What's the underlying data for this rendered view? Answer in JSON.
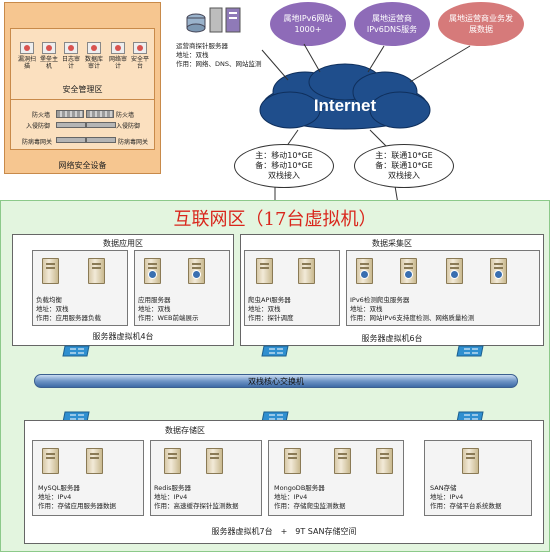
{
  "security": {
    "devices": [
      "漏洞扫描",
      "堡垒主机",
      "日志审计",
      "数据库审计",
      "网络审计",
      "安全平台"
    ],
    "zone_label": "安全管理区",
    "firewall_left": "防火墙",
    "ids_left": "入侵防御",
    "firewall_right": "防火墙",
    "ids_right": "入侵防御",
    "av_left": "防病毒网关",
    "av_right": "防病毒网关",
    "caption": "网络安全设备"
  },
  "monitor_server": {
    "title": "运营商探针服务器",
    "address": "地址：双栈",
    "role": "作用：网络、DNS、网站监测"
  },
  "bubbles": {
    "b1": "属地IPv6网站1000+",
    "b2": "属地运营商IPv6DNS服务",
    "b3": "属地运营商业务发展数据"
  },
  "internet_label": "Internet",
  "links": {
    "left": {
      "l1": "主：移动10*GE",
      "l2": "备：移动10*GE",
      "l3": "双栈接入"
    },
    "right": {
      "l1": "主：联通10*GE",
      "l2": "备：联通10*GE",
      "l3": "双栈接入"
    }
  },
  "zone_title": "互联网区（17台虚拟机）",
  "app_zone": {
    "title": "数据应用区",
    "lb": {
      "name": "负载均衡",
      "addr": "地址：双栈",
      "role": "作用：应用服务器负载"
    },
    "app": {
      "name": "应用服务器",
      "addr": "地址：双栈",
      "role": "作用：WEB前端展示"
    },
    "footer": "服务器虚拟机4台"
  },
  "collect_zone": {
    "title": "数据采集区",
    "crawler": {
      "name": "爬虫API服务器",
      "addr": "地址：双栈",
      "role": "作用：探针调度"
    },
    "ipv6": {
      "name": "IPv6检测爬虫服务器",
      "addr": "地址：双栈",
      "role": "作用：网站IPv6支持度检测、网络质量检测"
    },
    "footer": "服务器虚拟机6台"
  },
  "switch_label": "双栈核心交换机",
  "storage_zone": {
    "title": "数据存储区",
    "mysql": {
      "name": "MySQL服务器",
      "addr": "地址：IPv4",
      "role": "作用：存储应用服务器数据"
    },
    "redis": {
      "name": "Redis服务器",
      "addr": "地址：IPv4",
      "role": "作用：高速缓存探针监测数据"
    },
    "mongo": {
      "name": "MongoDB服务器",
      "addr": "地址：IPv4",
      "role": "作用：存储爬虫监测数据"
    },
    "san": {
      "name": "SAN存储",
      "addr": "地址：IPv4",
      "role": "作用：存储平台系统数据"
    },
    "footer": "服务器虚拟机7台　+　9T SAN存储空间"
  },
  "colors": {
    "security_bg": "#f6c690",
    "zone_bg": "#e3f5df",
    "zone_title": "#d9261c",
    "bubble1": "#8e6bb8",
    "bubble2": "#8e6bb8",
    "bubble3": "#d67a7a",
    "internet": "#1f4e8c",
    "bus": "#5d86bd"
  }
}
